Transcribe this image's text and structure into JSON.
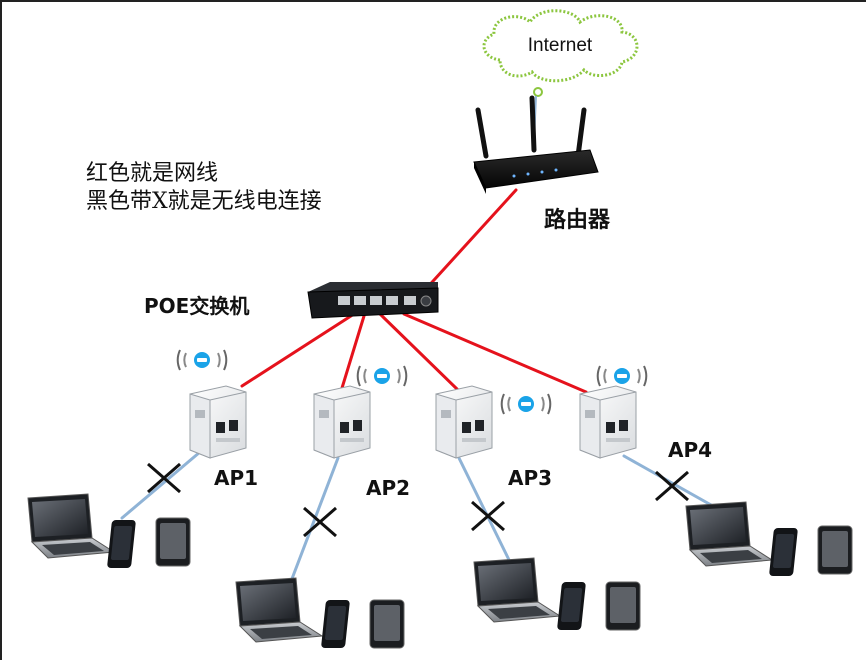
{
  "cloud_label": "Internet",
  "router_label": "路由器",
  "switch_label": "POE交换机",
  "legend": {
    "red_line": "红色就是网线",
    "black_x": "黑色带X就是无线电连接"
  },
  "aps": [
    {
      "label": "AP1"
    },
    {
      "label": "AP2"
    },
    {
      "label": "AP3"
    },
    {
      "label": "AP4"
    }
  ],
  "colors": {
    "wired": "#e5121c",
    "wireless_link": "#8fb3d6",
    "cross": "#111111",
    "cloud_stroke": "#8cc63f",
    "wifi_badge": "#1aa3e8"
  }
}
